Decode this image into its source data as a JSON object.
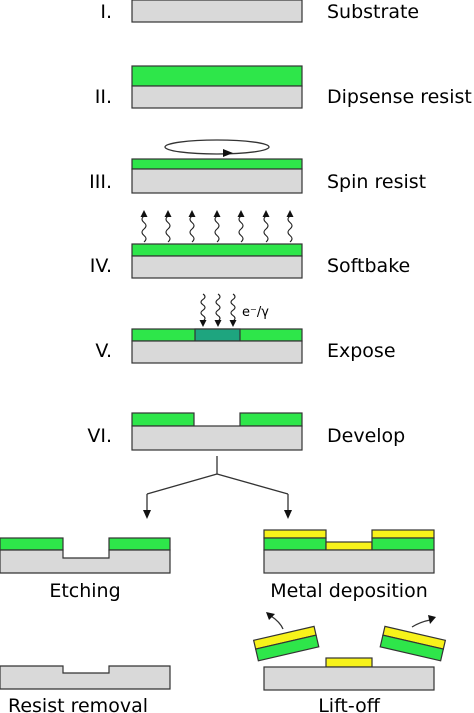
{
  "steps": [
    {
      "numeral": "I.",
      "label": "Substrate"
    },
    {
      "numeral": "II.",
      "label": "Dipsense resist"
    },
    {
      "numeral": "III.",
      "label": "Spin resist"
    },
    {
      "numeral": "IV.",
      "label": "Softbake"
    },
    {
      "numeral": "V.",
      "label": "Expose"
    },
    {
      "numeral": "VI.",
      "label": "Develop"
    }
  ],
  "branches": {
    "left": {
      "label": "Etching",
      "final_label": "Resist removal"
    },
    "right": {
      "label": "Metal deposition",
      "final_label": "Lift-off"
    }
  },
  "expose_annotation": "e⁻/γ",
  "colors": {
    "substrate": "#d9d9d9",
    "resist": "#2ee64a",
    "exposed_resist": "#1ea57f",
    "metal": "#f7f21a",
    "outline": "#333333"
  }
}
